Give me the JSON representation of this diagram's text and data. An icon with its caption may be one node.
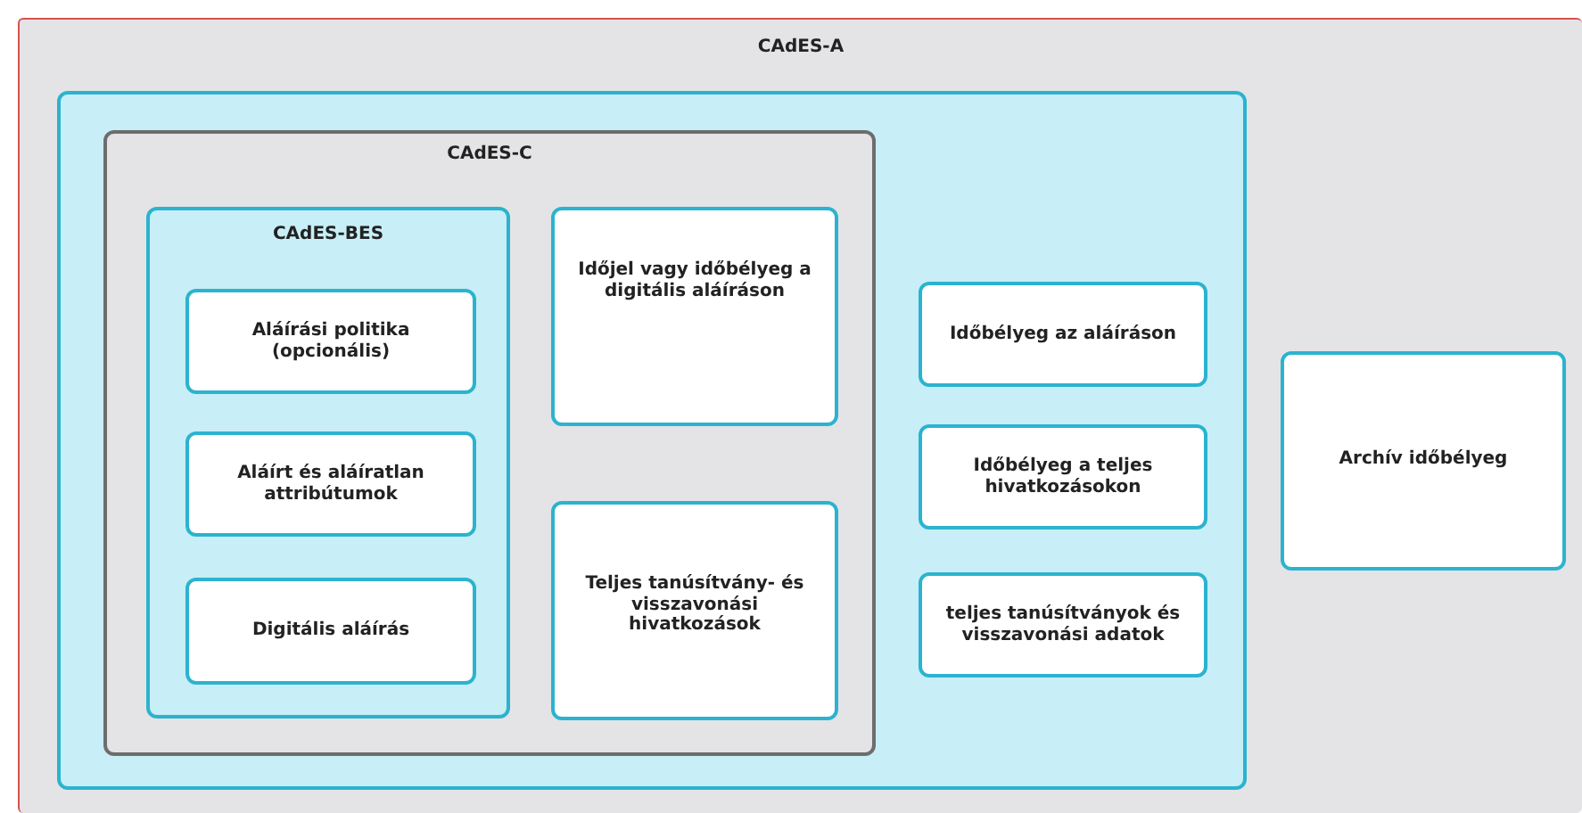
{
  "diagram": {
    "nodes": [
      {
        "text": [
          "CAdES-A"
        ]
      },
      {
        "text": [],
        "shape": "box",
        "in": 0
      },
      {
        "text": [
          "CAdES-C"
        ],
        "in": 1
      },
      {
        "text": [
          "CAdES-BES"
        ],
        "in": 2
      },
      {
        "text": [
          "Aláírási politika (opcionális)"
        ],
        "in": 3
      },
      {
        "text": [
          "Aláírt és aláíratlan attribútumok"
        ],
        "in": 3
      },
      {
        "text": [
          "Digitális aláírás"
        ],
        "in": 3
      },
      {
        "text": [
          "Időjel vagy időbélyeg a digitális aláíráson"
        ],
        "in": 2
      },
      {
        "text": [
          "Teljes tanúsítvány- és visszavonási hivatkozások"
        ],
        "in": 2
      },
      {
        "text": [
          "Időbélyeg az aláíráson"
        ],
        "in": 1
      },
      {
        "text": [
          "Időbélyeg a teljes hivatkozásokon"
        ],
        "in": 1
      },
      {
        "text": [
          "teljes tanúsítványok és visszavonási adatok"
        ],
        "in": 1
      },
      {
        "text": [
          "Archív időbélyeg"
        ],
        "in": 0
      }
    ]
  }
}
